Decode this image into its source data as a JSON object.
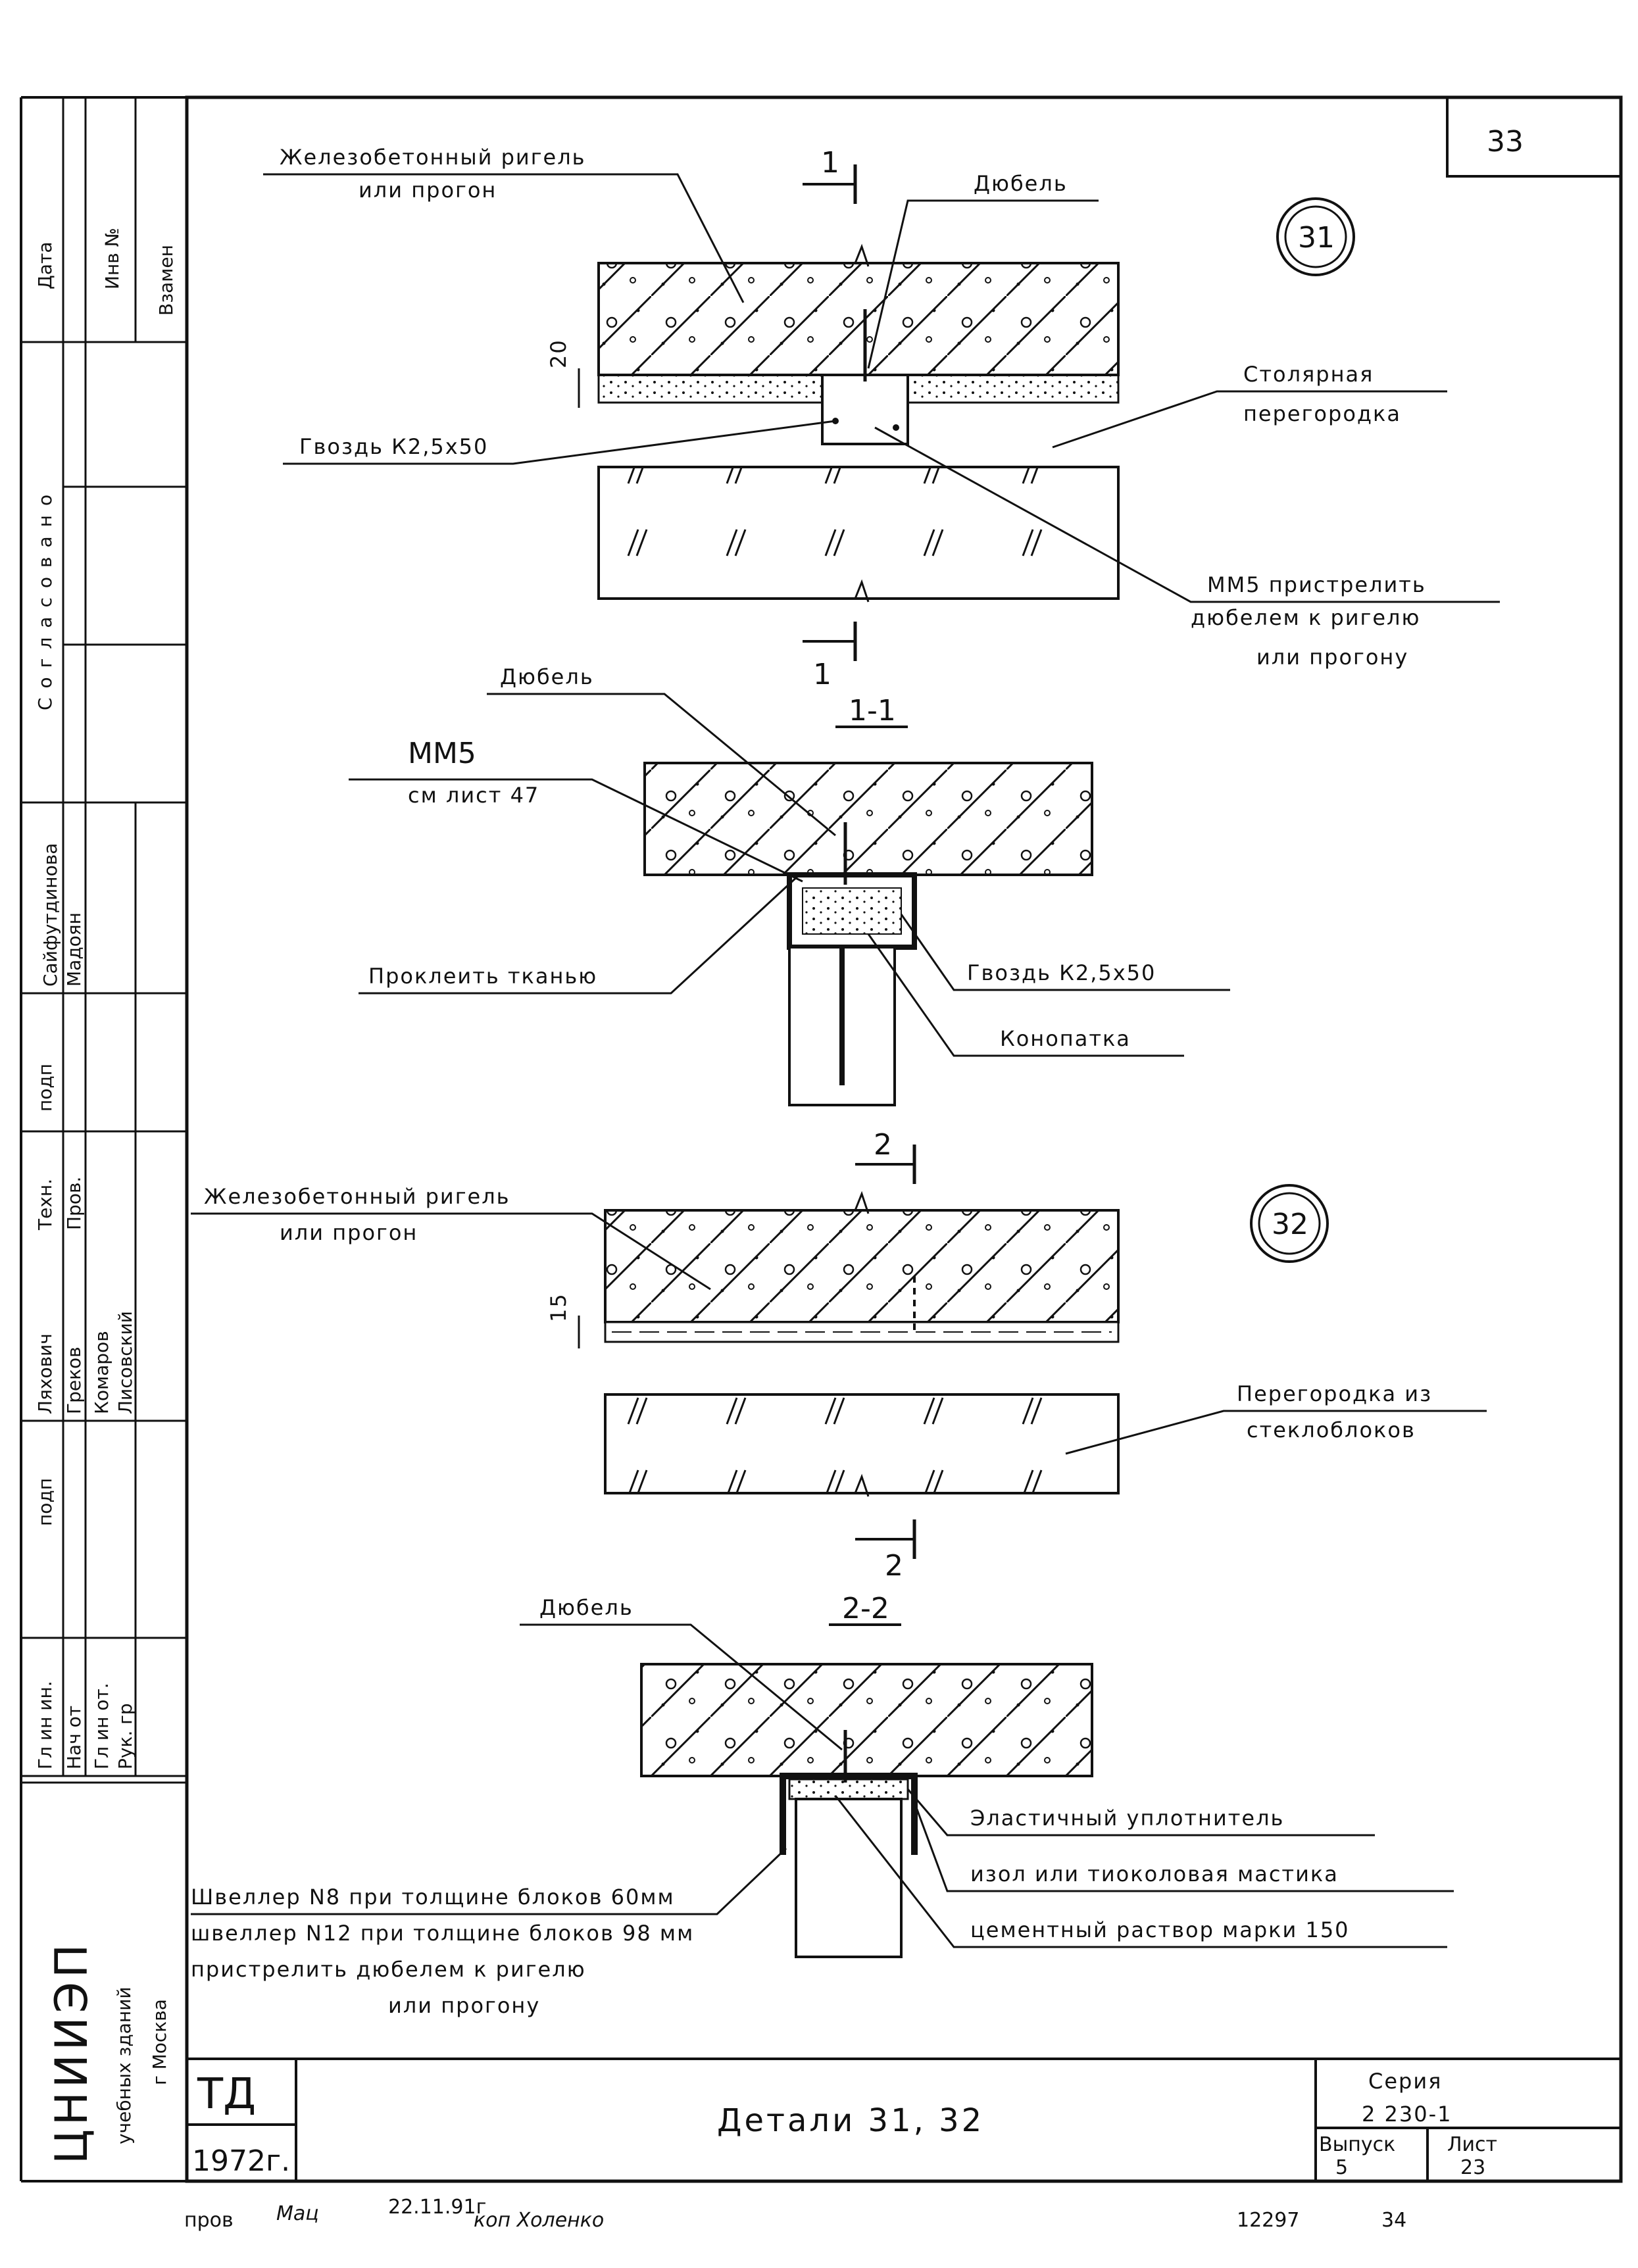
{
  "sheet": {
    "number": "33",
    "footer_left": "пров",
    "footer_signature": "Maц",
    "footer_date": "22.11.91г",
    "footer_copy": "коп Холенко",
    "footer_code": "12297",
    "footer_page": "34"
  },
  "detail31": {
    "callout": "31",
    "beam_label_1": "Железобетонный ригель",
    "beam_label_2": "или прогон",
    "dowel": "Дюбель",
    "dim": "20",
    "nail": "Гвоздь К2,5х50",
    "partition_1": "Столярная",
    "partition_2": "перегородка",
    "mm5_1": "ММ5 пристрелить",
    "mm5_2": "дюбелем к ригелю",
    "mm5_3": "или прогону",
    "cut_top": "1",
    "cut_bottom": "1"
  },
  "section11": {
    "title": "1-1",
    "dowel": "Дюбель",
    "mm5": "ММ5",
    "see_sheet": "см лист 47",
    "glue": "Проклеить тканью",
    "nail": "Гвоздь К2,5х50",
    "caulk": "Конопатка"
  },
  "detail32": {
    "callout": "32",
    "beam_label_1": "Железобетонный ригель",
    "beam_label_2": "или прогон",
    "dim": "15",
    "partition_1": "Перегородка из",
    "partition_2": "стеклоблоков",
    "cut_top": "2",
    "cut_bottom": "2"
  },
  "section22": {
    "title": "2-2",
    "dowel": "Дюбель",
    "channel_1": "Швеллер N8 при толщине блоков 60мм",
    "channel_2": "швеллер N12 при толщине блоков 98 мм",
    "channel_3": "пристрелить дюбелем к ригелю",
    "channel_4": "или прогону",
    "seal": "Эластичный уплотнитель",
    "mastic": "изол или тиоколовая мастика",
    "mortar": "цементный раствор марки 150"
  },
  "title_block": {
    "org_code": "ТД",
    "year": "1972г.",
    "title": "Детали 31, 32",
    "series_label": "Серия",
    "series": "2 230-1",
    "issue_label": "Выпуск",
    "issue": "5",
    "sheet_label": "Лист",
    "sheet": "23"
  },
  "side_stamp": {
    "data": "Дата",
    "inv": "Инв №",
    "vzamen": "Взамен",
    "agreed": "Согласовано",
    "names_top_1": "Сайфутдинова",
    "names_top_2": "Мадоян",
    "podp": "подп",
    "ditto": "\"",
    "tekhn": "Техн.",
    "prov": "Пров.",
    "lyakhovich": "Ляхович",
    "grekov": "Греков",
    "komarov": "Комаров",
    "lisovsky": "Лисовский",
    "gl_in": "Гл ин ин.",
    "nach_ot": "Нач от",
    "gl_in_ot": "Гл ин от.",
    "ruk_gr": "Рук. гр",
    "institute": "ЦНИИЭП",
    "inst_sub_1": "учебных зданий",
    "inst_sub_2": "г Москва"
  }
}
